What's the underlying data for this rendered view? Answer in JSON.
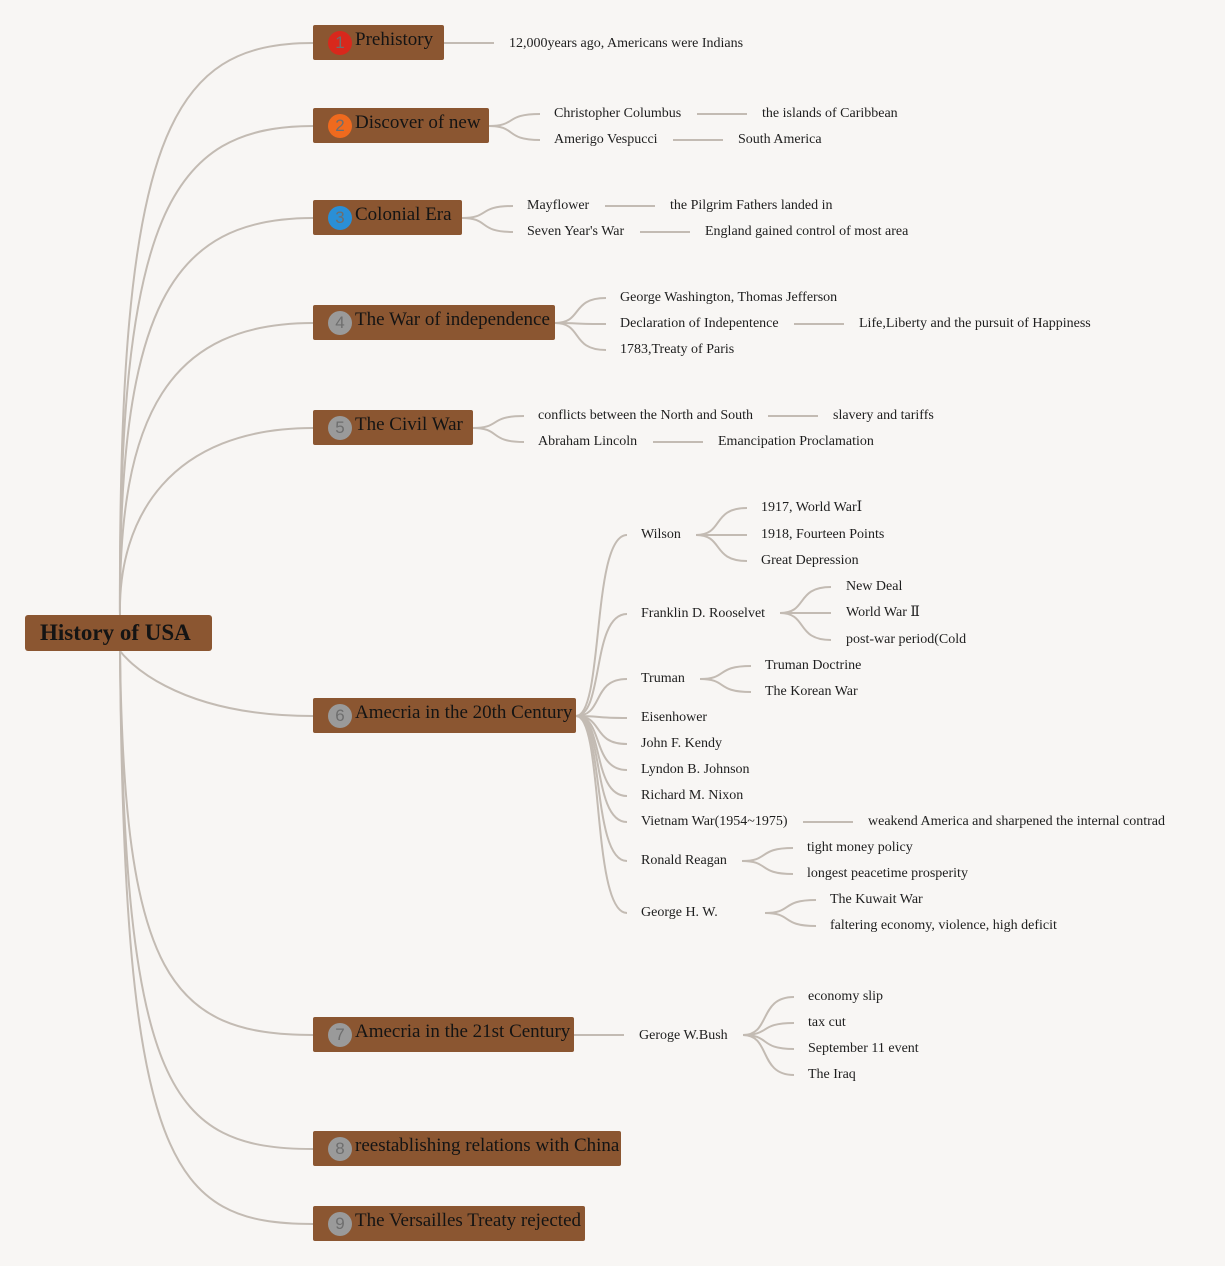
{
  "root": {
    "label": "History of USA"
  },
  "topics": [
    {
      "num": "1",
      "label": "Prehistory",
      "marker_color": "#d8281c",
      "children": [
        {
          "label": "12,000years ago, Americans were Indians"
        }
      ]
    },
    {
      "num": "2",
      "label": "Discover of new",
      "marker_color": "#ef6a1e",
      "children": [
        {
          "label": "Christopher Columbus",
          "children": [
            {
              "label": "the islands of Caribbean"
            }
          ]
        },
        {
          "label": "Amerigo Vespucci",
          "children": [
            {
              "label": "South America"
            }
          ]
        }
      ]
    },
    {
      "num": "3",
      "label": "Colonial Era",
      "marker_color": "#2a8fd6",
      "children": [
        {
          "label": "Mayflower",
          "children": [
            {
              "label": "the Pilgrim Fathers landed in"
            }
          ]
        },
        {
          "label": "Seven Year's War",
          "children": [
            {
              "label": "England gained control of most area"
            }
          ]
        }
      ]
    },
    {
      "num": "4",
      "label": "The War of independence",
      "marker_color": "#9a9a9a",
      "children": [
        {
          "label": "George Washington, Thomas Jefferson"
        },
        {
          "label": "Declaration of Indepentence",
          "children": [
            {
              "label": "Life,Liberty and the pursuit of Happiness"
            }
          ]
        },
        {
          "label": "1783,Treaty of Paris"
        }
      ]
    },
    {
      "num": "5",
      "label": "The Civil War",
      "marker_color": "#9a9a9a",
      "children": [
        {
          "label": "conflicts between the North and South",
          "children": [
            {
              "label": "slavery and tariffs"
            }
          ]
        },
        {
          "label": "Abraham Lincoln",
          "children": [
            {
              "label": "Emancipation Proclamation"
            }
          ]
        }
      ]
    },
    {
      "num": "6",
      "label": "Amecria in the 20th Century",
      "marker_color": "#9a9a9a",
      "children": [
        {
          "label": "Wilson",
          "children": [
            {
              "label": "1917, World WarⅠ"
            },
            {
              "label": "1918, Fourteen Points"
            },
            {
              "label": "Great Depression"
            }
          ]
        },
        {
          "label": "Franklin D. Rooselvet",
          "children": [
            {
              "label": "New Deal"
            },
            {
              "label": "World War Ⅱ"
            },
            {
              "label": "post-war period(Cold"
            }
          ]
        },
        {
          "label": "Truman",
          "children": [
            {
              "label": "Truman Doctrine"
            },
            {
              "label": "The Korean War"
            }
          ]
        },
        {
          "label": "Eisenhower"
        },
        {
          "label": "John F. Kendy"
        },
        {
          "label": "Lyndon B. Johnson"
        },
        {
          "label": "Richard M. Nixon"
        },
        {
          "label": "Vietnam War(1954~1975)",
          "children": [
            {
              "label": "weakend America and sharpened the internal contrad"
            }
          ]
        },
        {
          "label": "Ronald Reagan",
          "children": [
            {
              "label": "tight money policy"
            },
            {
              "label": "longest peacetime prosperity"
            }
          ]
        },
        {
          "label": "George H. W.",
          "children": [
            {
              "label": "The Kuwait War"
            },
            {
              "label": "faltering economy, violence, high deficit"
            }
          ]
        }
      ]
    },
    {
      "num": "7",
      "label": "Amecria in the 21st Century",
      "marker_color": "#9a9a9a",
      "children": [
        {
          "label": "Geroge W.Bush",
          "children": [
            {
              "label": "economy slip"
            },
            {
              "label": "tax cut"
            },
            {
              "label": "September 11 event"
            },
            {
              "label": "The Iraq"
            }
          ]
        }
      ]
    },
    {
      "num": "8",
      "label": "reestablishing relations with China",
      "marker_color": "#9a9a9a"
    },
    {
      "num": "9",
      "label": "The Versailles Treaty rejected",
      "marker_color": "#9a9a9a"
    }
  ]
}
